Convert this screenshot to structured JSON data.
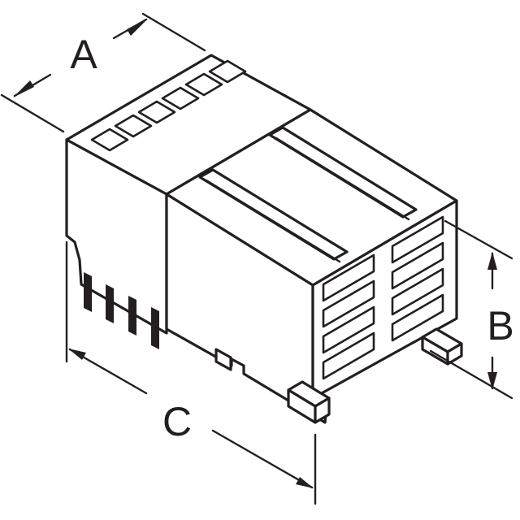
{
  "figure": {
    "dimension_labels": {
      "a": "A",
      "b": "B",
      "c": "C"
    }
  }
}
